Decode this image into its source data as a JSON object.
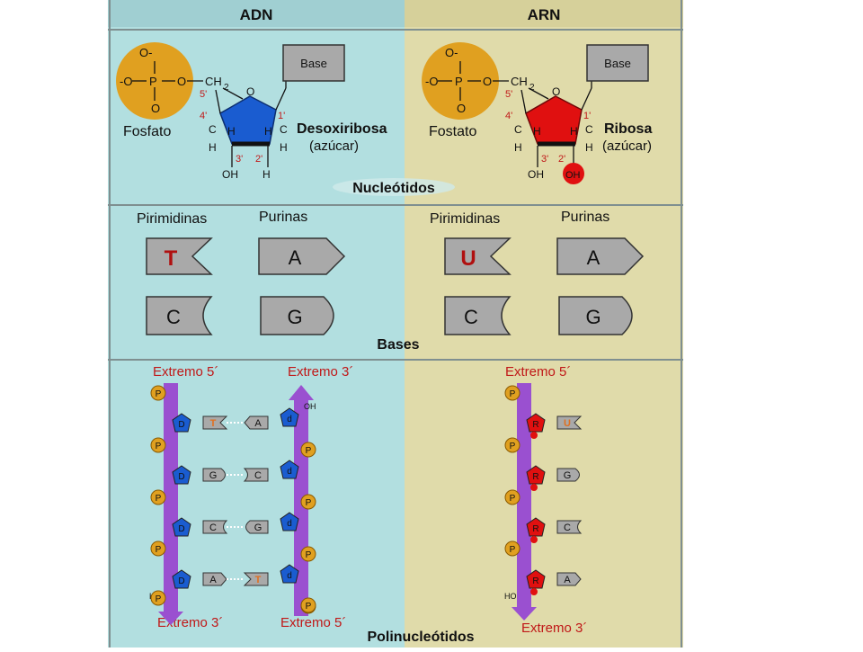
{
  "headers": {
    "dna": "ADN",
    "rna": "ARN"
  },
  "nucleotides": {
    "section_title": "Nucleótidos",
    "dna": {
      "phosphate_label": "Fosfato",
      "base_label": "Base",
      "sugar_name": "Desoxiribosa",
      "sugar_type": "(azúcar)",
      "carbon_labels": [
        "5'",
        "4'",
        "3'",
        "2'",
        "1'"
      ]
    },
    "rna": {
      "phosphate_label": "Fostato",
      "base_label": "Base",
      "sugar_name": "Ribosa",
      "sugar_type": "(azúcar)",
      "carbon_labels": [
        "5'",
        "4'",
        "3'",
        "2'",
        "1'"
      ]
    },
    "chem": {
      "o_minus": "-O",
      "o_minus_top": "O-",
      "p": "P",
      "o": "O",
      "ch2": "CH",
      "sub2": "2",
      "h": "H",
      "c": "C",
      "oh": "OH"
    }
  },
  "bases": {
    "section_title": "Bases",
    "dna": {
      "pyrimidines_label": "Pirimidinas",
      "purines_label": "Purinas",
      "pyrimidines": [
        "T",
        "C"
      ],
      "purines": [
        "A",
        "G"
      ]
    },
    "rna": {
      "pyrimidines_label": "Pirimidinas",
      "purines_label": "Purinas",
      "pyrimidines": [
        "U",
        "C"
      ],
      "purines": [
        "A",
        "G"
      ]
    }
  },
  "polynucleotides": {
    "section_title": "Polinucleótidos",
    "dna": {
      "left_top": "Extremo 5´",
      "right_top": "Extremo 3´",
      "left_bottom": "Extremo 3´",
      "right_bottom": "Extremo 5´",
      "phosphate_symbol": "P",
      "sugar_symbol": "D",
      "sugar_symbol_rev": "d",
      "pairs": [
        [
          "T",
          "A"
        ],
        [
          "G",
          "C"
        ],
        [
          "C",
          "G"
        ],
        [
          "A",
          "T"
        ]
      ],
      "oh_top": "OH",
      "oh_bottom": "HO"
    },
    "rna": {
      "top": "Extremo 5´",
      "bottom": "Extremo 3´",
      "phosphate_symbol": "P",
      "sugar_symbol": "R",
      "bases": [
        "U",
        "G",
        "C",
        "A"
      ],
      "oh_bottom": "HO"
    }
  },
  "colors": {
    "dna_bg": "#b2dfe0",
    "rna_bg": "#e0dbaa",
    "phosphate": "#e0a020",
    "deoxyribose": "#1a5cd0",
    "ribose": "#e01010",
    "strand": "#9a50d0",
    "base_fill": "#a9a9a9",
    "highlight": "#b01010",
    "label_red": "#c01818"
  }
}
